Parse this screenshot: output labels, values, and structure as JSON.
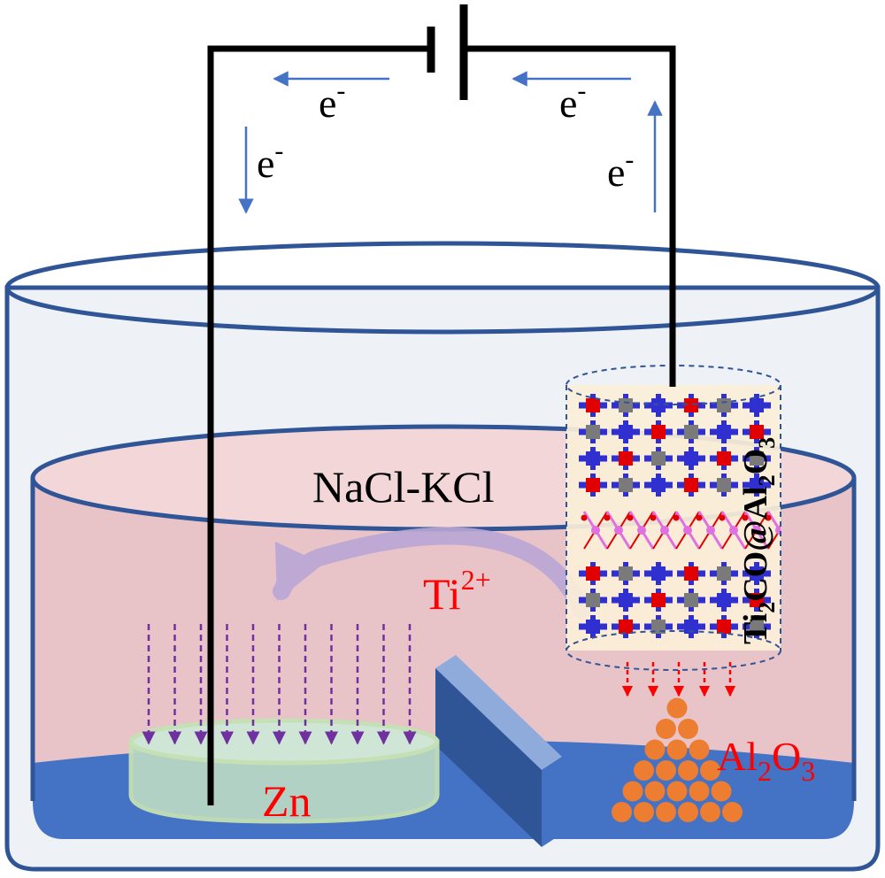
{
  "labels": {
    "electron": "e",
    "electron_charge": "-",
    "electrolyte": "NaCl-KCl",
    "ion_base": "Ti",
    "ion_charge": "2+",
    "cathode_metal": "Zn",
    "anode": {
      "p1": "Ti",
      "s1": "2",
      "p2": "CO@Al",
      "s2": "2",
      "p3": "O",
      "s3": "3"
    },
    "product": {
      "p1": "Al",
      "s1": "2",
      "p2": "O",
      "s2": "3"
    }
  },
  "colors": {
    "wire": "#000000",
    "arrow_blue": "#4472c4",
    "arrow_purple": "#7030a0",
    "arrow_red": "#ff0000",
    "label_red": "#ff0000",
    "vessel_outline": "#2f5597",
    "vessel_fill": "#eef1f6",
    "melt_fill": "#e8c4c8",
    "melt_top": "#f2d6d8",
    "floor_blue": "#4472c4",
    "crucible": "#a9d18e",
    "particle": "#ed7d31",
    "atom_blue": "#3030d0",
    "atom_red": "#e00000",
    "atom_gray": "#7a7a7a",
    "atom_pink": "#e070e0"
  }
}
